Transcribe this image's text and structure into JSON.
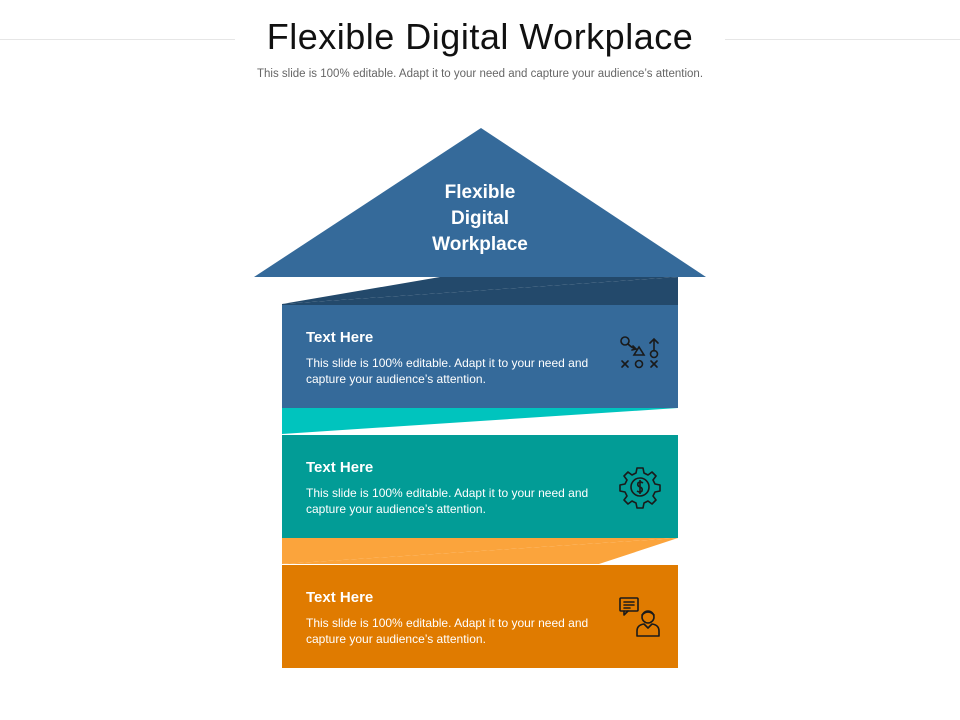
{
  "header": {
    "title": "Flexible Digital Workplace",
    "subtitle": "This slide is 100% editable. Adapt it to your need and capture your audience’s attention."
  },
  "roof": {
    "label": "Flexible Digital Workplace",
    "color": "#356A9A",
    "shadow_color": "#23496B"
  },
  "steps": [
    {
      "heading": "Text Here",
      "text": "This slide is 100% editable. Adapt it to your need and capture your audience’s attention.",
      "color": "#356A9A",
      "fold_color": "#23496B",
      "icon": "strategy-icon"
    },
    {
      "heading": "Text Here",
      "text": "This slide is 100% editable. Adapt it to your need and capture your audience’s attention.",
      "color": "#029C96",
      "fold_color": "#00C4BE",
      "icon": "gear-dollar-icon"
    },
    {
      "heading": "Text Here",
      "text": "This slide is 100% editable. Adapt it to your need and capture your audience’s attention.",
      "color": "#E07B00",
      "fold_color": "#FBA43C",
      "icon": "person-chat-icon"
    }
  ]
}
